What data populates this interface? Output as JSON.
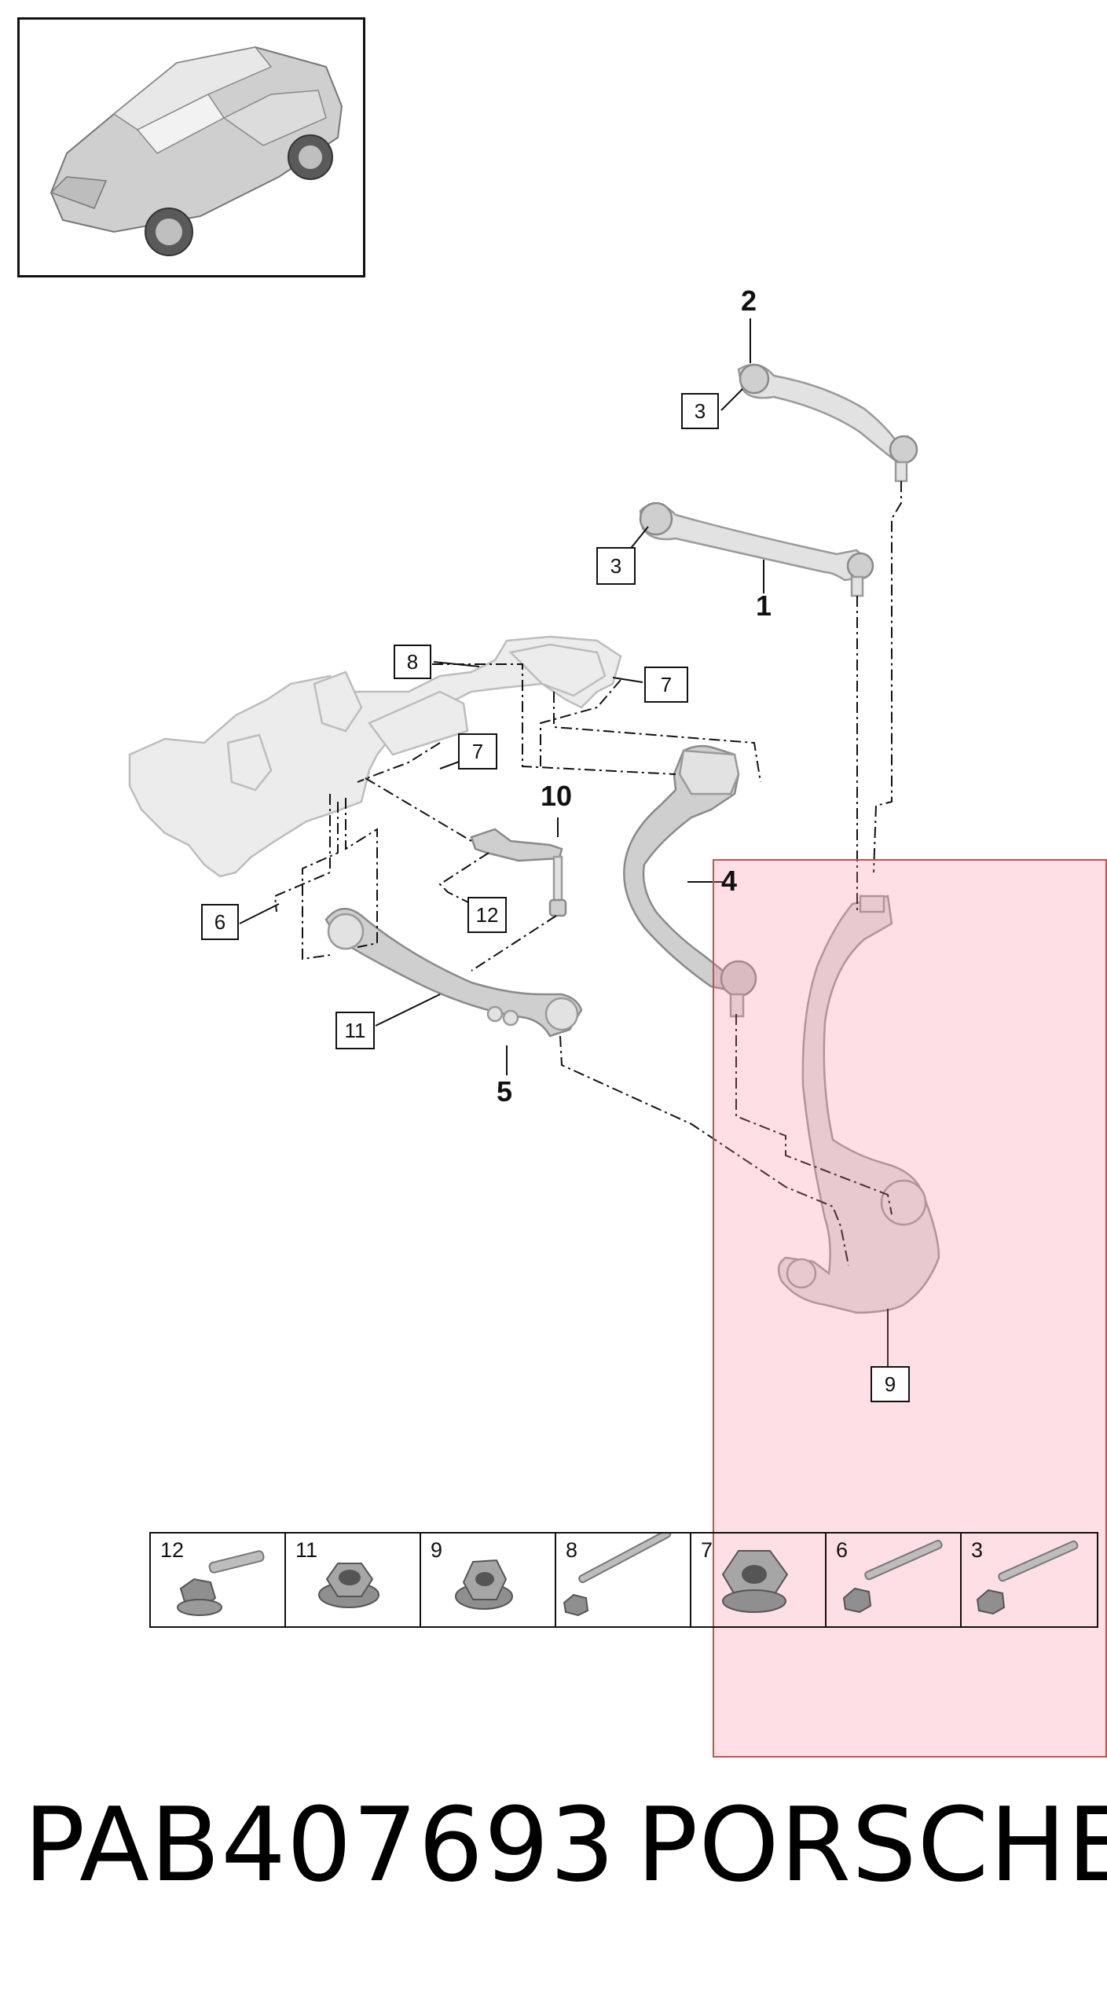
{
  "callouts": {
    "c2": "2",
    "c3a": "3",
    "c3b": "3",
    "c1": "1",
    "c8": "8",
    "c7a": "7",
    "c7b": "7",
    "c10": "10",
    "c4": "4",
    "c6": "6",
    "c12": "12",
    "c11": "11",
    "c5": "5",
    "c9": "9"
  },
  "fasteners": [
    {
      "label": "12",
      "icon": "flange-bolt-short-icon"
    },
    {
      "label": "11",
      "icon": "hex-flange-nut-icon"
    },
    {
      "label": "9",
      "icon": "hex-flange-nut-icon"
    },
    {
      "label": "8",
      "icon": "long-bolt-icon"
    },
    {
      "label": "7",
      "icon": "large-hex-nut-icon"
    },
    {
      "label": "6",
      "icon": "flange-bolt-icon"
    },
    {
      "label": "3",
      "icon": "flange-bolt-icon"
    }
  ],
  "footer": {
    "part_number": "PAB407693",
    "brand": "PORSCHE"
  },
  "colors": {
    "highlight": "#ffd5df",
    "highlight_border": "#c8504a",
    "part_fill": "#e2e2e2",
    "part_stroke": "#9a9a9a"
  }
}
